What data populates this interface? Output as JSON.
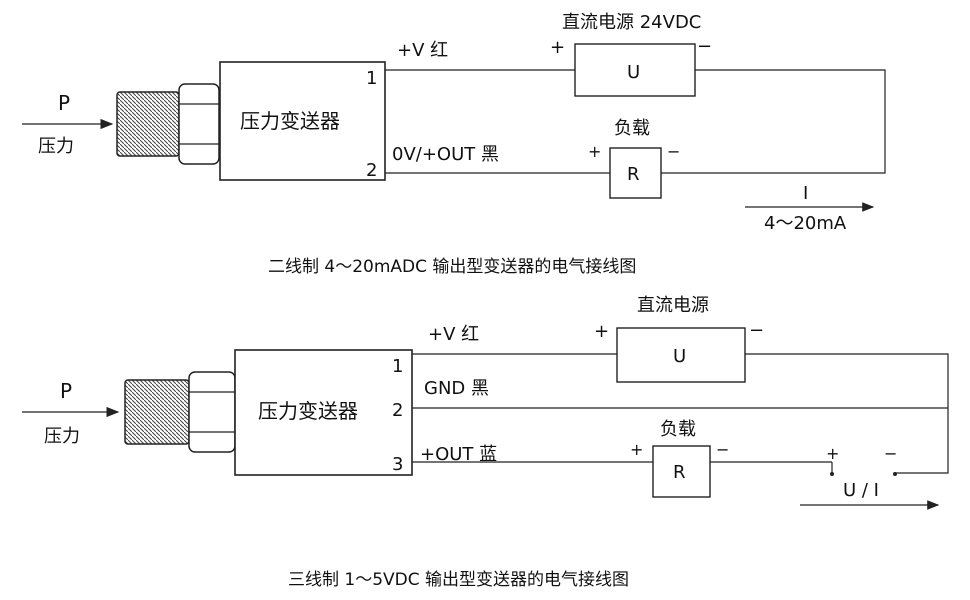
{
  "top": {
    "input_label": "P",
    "input_sub": "压力",
    "device_label": "压力变送器",
    "terminal_1": "1",
    "terminal_2": "2",
    "wire_1_label": "+V  红",
    "wire_2_label": "0V/+OUT 黑",
    "power_title": "直流电源 24VDC",
    "power_plus": "+",
    "power_minus": "−",
    "power_box": "U",
    "load_title": "负载",
    "load_plus": "+",
    "load_minus": "−",
    "load_box": "R",
    "current_label": "I",
    "current_range": "4～20mA",
    "caption": "二线制 4～20mADC  输出型变送器的电气接线图"
  },
  "bottom": {
    "input_label": "P",
    "input_sub": "压力",
    "device_label": "压力变送器",
    "terminal_1": "1",
    "terminal_2": "2",
    "terminal_3": "3",
    "wire_1_label": "+V   红",
    "wire_2_label": "GND  黑",
    "wire_3_label": "+OUT 蓝",
    "power_title": "直流电源",
    "power_plus": "+",
    "power_minus": "−",
    "power_box": "U",
    "load_title": "负载",
    "load_plus": "+",
    "load_minus": "−",
    "load_box": "R",
    "meter_plus": "+",
    "meter_minus": "−",
    "meter_label": "U / I",
    "caption": "三线制 1～5VDC 输出型变送器的电气接线图"
  },
  "colors": {
    "line": "#222222",
    "fill": "#ffffff",
    "text": "#111111"
  }
}
